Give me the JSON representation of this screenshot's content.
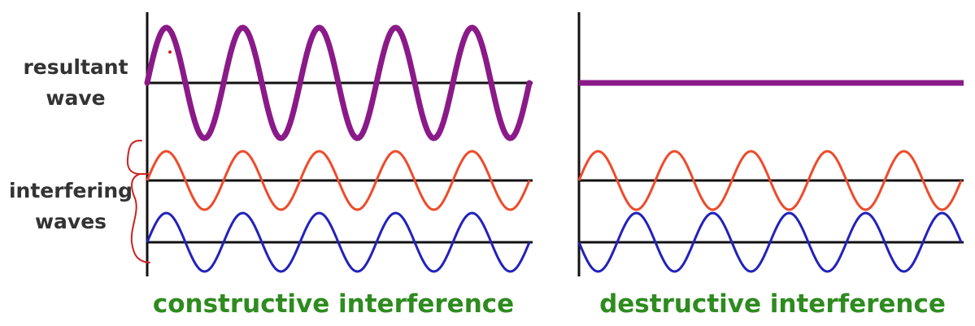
{
  "labels": {
    "resultant_line1": "resultant",
    "resultant_line2": "wave",
    "interfering_line1": "interfering",
    "interfering_line2": "waves"
  },
  "captions": {
    "constructive": "constructive interference",
    "destructive": "destructive interference"
  },
  "colors": {
    "resultant": "#8b1a89",
    "interfering_a": "#ee4b2b",
    "interfering_b": "#2222bb",
    "axis": "#111111",
    "caption": "#2e8b1f",
    "annotation": "#cc2222"
  },
  "panels": {
    "constructive": {
      "resultant": "sum of both waves, double amplitude"
    },
    "destructive": {
      "resultant": "flat line, waves cancel"
    }
  }
}
